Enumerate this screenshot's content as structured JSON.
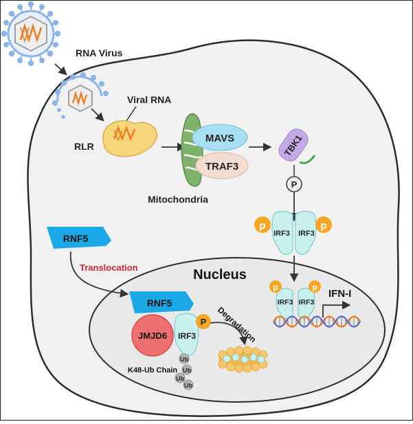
{
  "labels": {
    "rna_virus": "RNA Virus",
    "viral_rna": "Viral RNA",
    "rlr": "RLR",
    "mavs": "MAVS",
    "traf3": "TRAF3",
    "mitochondria": "Mitochondria",
    "tbk1": "TBK1",
    "phospho": "P",
    "phospho_small": "p",
    "irf3": "IRF3",
    "rnf5": "RNF5",
    "translocation": "Translocation",
    "nucleus": "Nucleus",
    "ifn": "IFN-I",
    "jmjd6": "JMJD6",
    "degradation": "Degradation",
    "k48": "K48-Ub Chain",
    "ub": "Ub"
  },
  "colors": {
    "virus_blue": "#8ab4e8",
    "rna_orange": "#f07a1a",
    "rlr_yellow": "#f7d57a",
    "mito_green": "#7fb26b",
    "mavs_cyan": "#a9dff2",
    "traf3_beige": "#f3ddd0",
    "tbk1_purple": "#c5a9e6",
    "irf3_cyan": "#c7f0ef",
    "phospho_orange": "#f5a623",
    "rnf5_blue": "#1aa9e6",
    "jmjd6_red": "#f07070",
    "translocation_red": "#d9262a"
  }
}
